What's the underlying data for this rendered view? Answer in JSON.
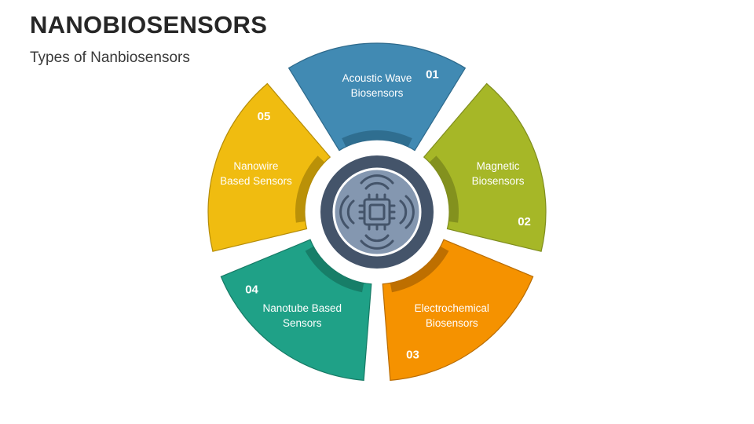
{
  "header": {
    "title": "NANOBIOSENSORS",
    "subtitle": "Types of Nanbiosensors"
  },
  "diagram": {
    "center_icon": "nanochip-sensor-icon",
    "center_colors": {
      "outer": "#44546A",
      "inner": "#8497B0",
      "icon": "#44546A"
    },
    "segments": [
      {
        "number": "01",
        "lines": [
          "Acoustic Wave",
          "Biosensors"
        ],
        "color": "#418AB3",
        "dark": "#2E6A8C"
      },
      {
        "number": "02",
        "lines": [
          "Magnetic",
          "Biosensors"
        ],
        "color": "#A6B727",
        "dark": "#7F8D1E"
      },
      {
        "number": "03",
        "lines": [
          "Electrochemical",
          "Biosensors"
        ],
        "color": "#F59200",
        "dark": "#B86C00"
      },
      {
        "number": "04",
        "lines": [
          "Nanotube Based",
          "Sensors"
        ],
        "color": "#1FA187",
        "dark": "#167A65"
      },
      {
        "number": "05",
        "lines": [
          "Nanowire",
          "Based Sensors"
        ],
        "color": "#F0BC10",
        "dark": "#B48C08"
      }
    ]
  }
}
